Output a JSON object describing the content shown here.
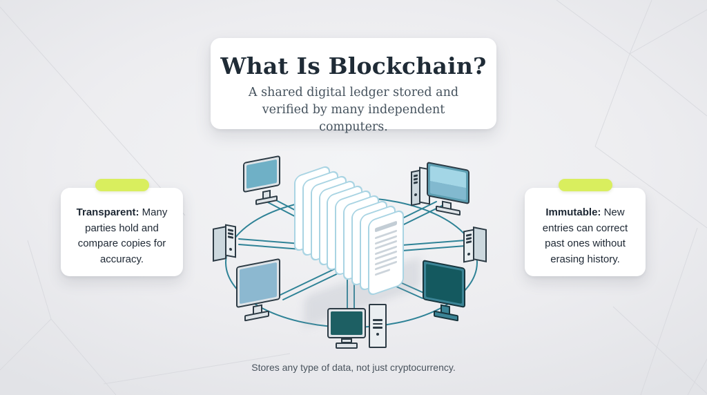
{
  "title_card": {
    "title": "What Is Blockchain?",
    "subtitle": "A shared digital ledger stored and verified by many independent computers."
  },
  "info_cards": {
    "left": {
      "lead": "Transparent:",
      "body": " Many parties hold and compare copies for accuracy."
    },
    "right": {
      "lead": "Immutable:",
      "body": " New entries can correct past ones without erasing history."
    }
  },
  "caption": "Stores any type of data, not just cryptocurrency.",
  "colors": {
    "accent_lime": "#d9ee5e",
    "teal_line": "#2e8296",
    "dark_outline": "#2c3a44",
    "screen_dark_teal": "#17606a",
    "screen_light_blue": "#8cb8d0",
    "page_edge_blue": "#a9d4e3",
    "card_bg": "#ffffff",
    "background": "#ececef",
    "title_text": "#1f2b36",
    "body_text": "#1d2733"
  },
  "illustration": {
    "type": "network-diagram",
    "center": "shared-ledger-stack",
    "page_count": 10,
    "node_count": 7,
    "nodes": [
      "monitor-top-left",
      "desktop-with-tower-top-right",
      "server-left",
      "server-right",
      "monitor-bottom-left",
      "monitor-bottom-right",
      "desktop-with-tower-bottom-center"
    ]
  }
}
